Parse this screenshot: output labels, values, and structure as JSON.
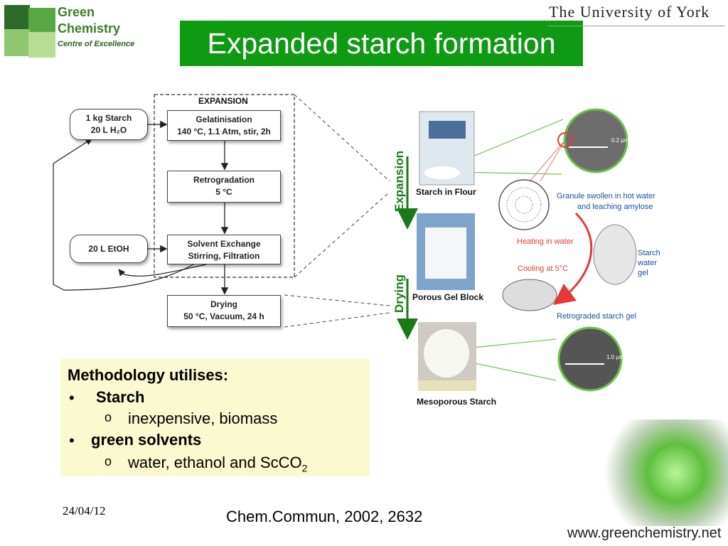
{
  "header": {
    "logo_line1": "Green",
    "logo_line2": "Chemistry",
    "logo_line3": "Centre of Excellence",
    "title": "Expanded starch formation",
    "university": "The University of York",
    "title_bg": "#0f9a14"
  },
  "flowchart": {
    "expansion_label": "EXPANSION",
    "start": "1 kg Starch\n20 L H₂O",
    "gelatinisation": "Gelatinisation",
    "gelatinisation_cond": "140 °C, 1.1 Atm,  stir, 2h",
    "retrogradation": "Retrogradation",
    "retrogradation_cond": "5 °C",
    "etoh": "20 L EtOH",
    "solvent_exchange": "Solvent Exchange",
    "solvent_exchange_cond": "Stirring, Filtration",
    "drying": "Drying",
    "drying_cond": "50 °C, Vacuum, 24 h"
  },
  "photos": {
    "flour": "Starch in Flour",
    "gel": "Porous Gel Block",
    "meso": "Mesoporous Starch",
    "expansion_arrow": "Expansion",
    "drying_arrow": "Drying",
    "granule": "Granule swollen in hot water",
    "granule2": "and leaching amylose",
    "heating": "Heating in water",
    "cooling": "Cooling at 5°C",
    "starch_water": "Starch",
    "starch_water2": "water",
    "starch_water3": "gel",
    "retrograded": "Retrograded starch gel",
    "scale1": "0.2 µm",
    "scale2": "1.0 µm"
  },
  "method": {
    "heading": "Methodology utilises:",
    "bullet1": "Starch",
    "sub1": "inexpensive, biomass",
    "bullet2": "green solvents",
    "sub2": "water, ethanol and ScCO",
    "sub2_subscript": "2"
  },
  "footer": {
    "date": "24/04/12",
    "citation": "Chem.Commun, 2002, 2632",
    "website": "www.greenchemistry.net"
  }
}
